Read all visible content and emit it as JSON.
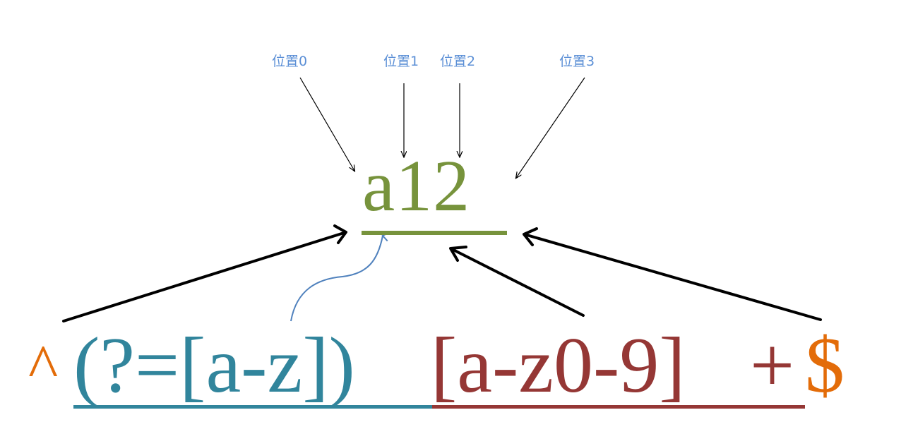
{
  "labels": {
    "pos0": "位置0",
    "pos1": "位置1",
    "pos2": "位置2",
    "pos3": "位置3"
  },
  "target_string": "a12",
  "regex": {
    "caret": "^",
    "lookahead": "(?=[a-z])",
    "char_class": "[a-z0-9]",
    "plus": "+",
    "dollar": "$"
  },
  "colors": {
    "label_blue": "#5B8FD6",
    "target_green": "#77933C",
    "lookahead_teal": "#31859C",
    "charclass_red": "#953735",
    "anchor_orange": "#E36C09",
    "arrow_black": "#000000",
    "curve_blue": "#4F81BD"
  }
}
